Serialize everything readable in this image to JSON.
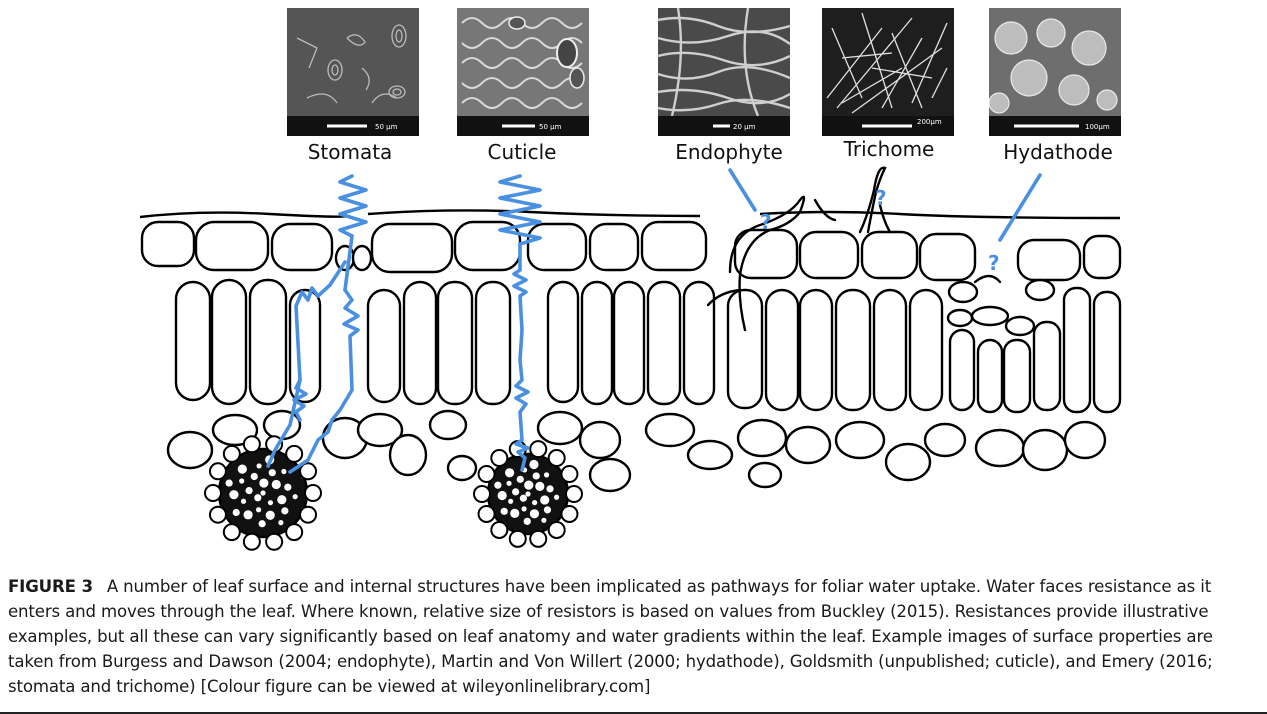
{
  "figure": {
    "pathways": [
      {
        "name": "Stomata",
        "scale_bar": "50 µm"
      },
      {
        "name": "Cuticle",
        "scale_bar": "50 µm"
      },
      {
        "name": "Endophyte",
        "scale_bar": "20 µm"
      },
      {
        "name": "Trichome",
        "scale_bar": "200µm"
      },
      {
        "name": "Hydathode",
        "scale_bar": "100µm"
      }
    ],
    "unknown_marker": "?",
    "colors": {
      "resistor": "#4a90e2",
      "ink": "#000000",
      "micrograph_dark": "#2b2b2b"
    }
  },
  "caption": {
    "figure_number": "FIGURE 3",
    "text": "A number of leaf surface and internal structures have been implicated as pathways for foliar water uptake. Water faces resistance as it enters and moves through the leaf. Where known, relative size of resistors is based on values from Buckley (2015). Resistances provide illustrative examples, but all these can vary significantly based on leaf anatomy and water gradients within the leaf. Example images of surface properties are taken from Burgess and Dawson (2004; endophyte), Martin and Von Willert (2000; hydathode), Goldsmith (unpublished; cuticle), and Emery (2016; stomata and trichome) [Colour figure can be viewed at wileyonlinelibrary.com]"
  }
}
